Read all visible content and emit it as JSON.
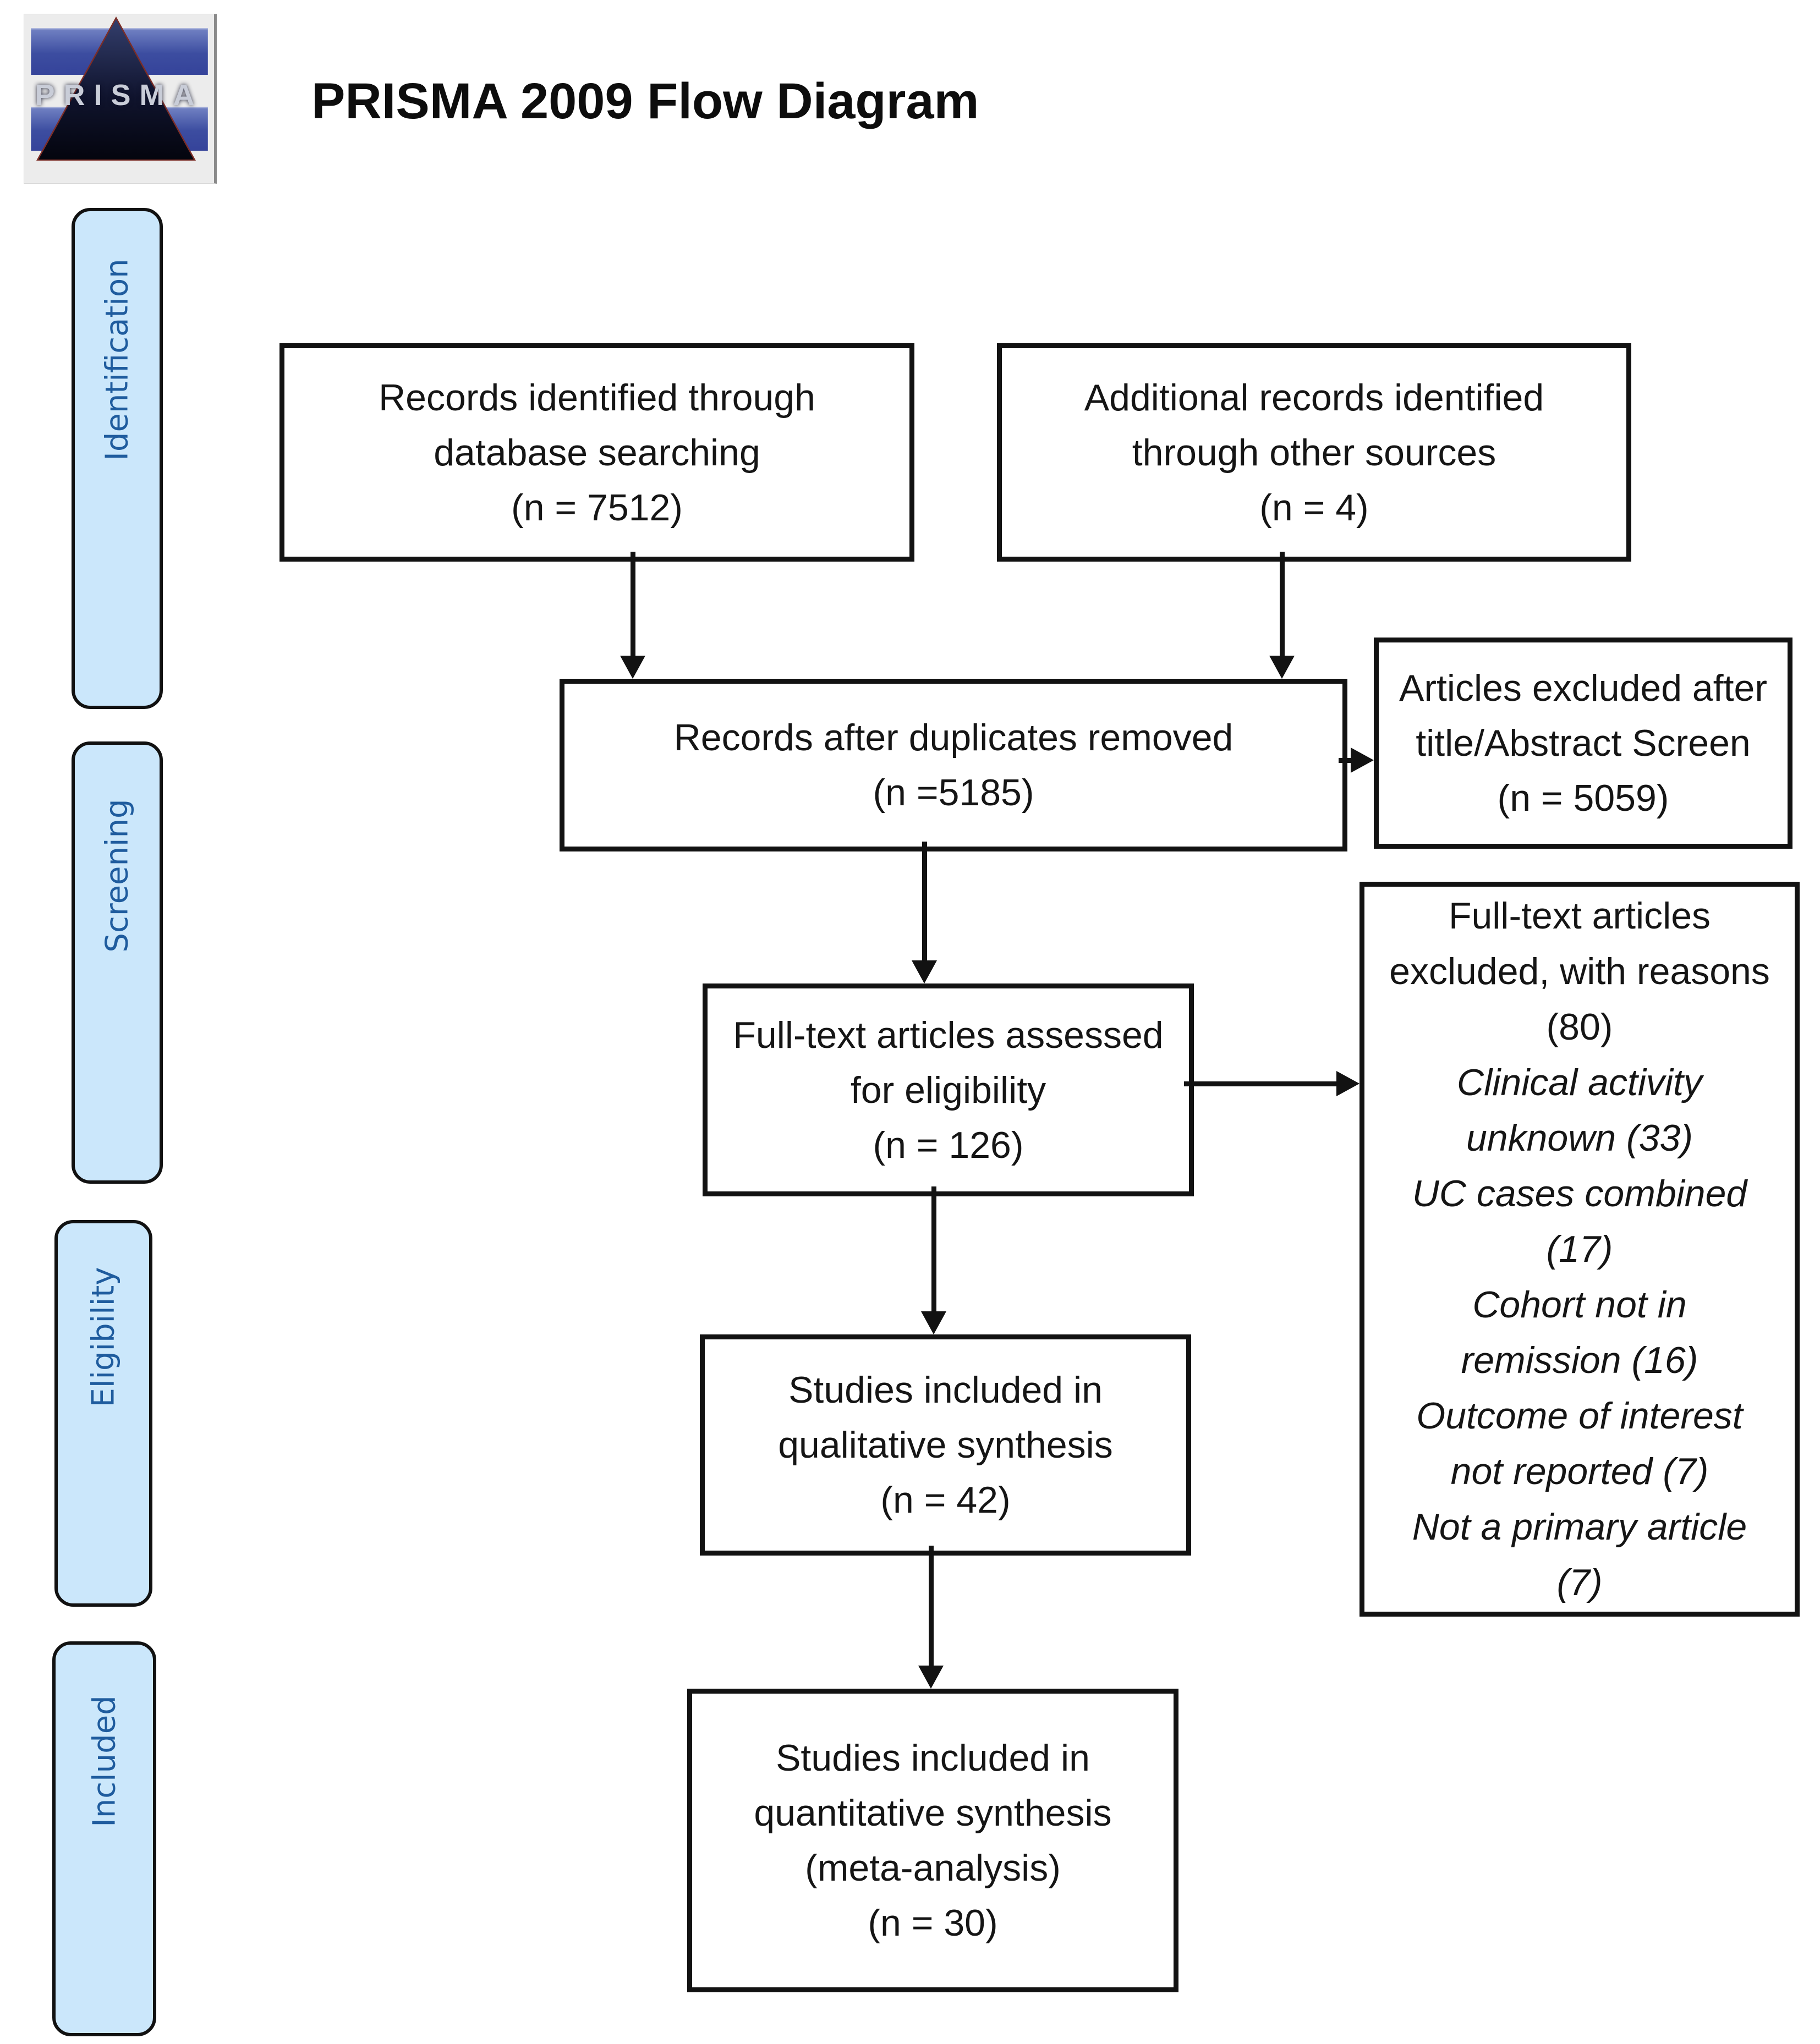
{
  "header": {
    "title": "PRISMA 2009 Flow Diagram",
    "logo": {
      "word": "PRISMA"
    }
  },
  "stages": [
    {
      "label": "Identification"
    },
    {
      "label": "Screening"
    },
    {
      "label": "Eligibility"
    },
    {
      "label": "Included"
    }
  ],
  "nodes": {
    "records_identified": {
      "text": "Records identified through\ndatabase searching\n(n = 7512)"
    },
    "additional_records": {
      "text": "Additional records identified\nthrough other sources\n(n = 4)"
    },
    "after_duplicates": {
      "text": "Records after duplicates removed\n(n =5185)"
    },
    "title_abstract_excluded": {
      "text": "Articles excluded after\ntitle/Abstract Screen\n(n = 5059)"
    },
    "fulltext_assessed": {
      "text": "Full-text articles assessed\nfor eligibility\n(n = 126)"
    },
    "fulltext_excluded": {
      "header": "Full-text articles\nexcluded, with reasons\n(80)",
      "reasons": "Clinical activity\nunknown (33)\nUC cases combined\n(17)\nCohort not in\nremission (16)\nOutcome of interest\nnot reported (7)\nNot a primary article\n(7)"
    },
    "qualitative_included": {
      "text": "Studies included in\nqualitative synthesis\n(n = 42)"
    },
    "quantitative_included": {
      "text": "Studies included in\nquantitative synthesis\n(meta-analysis)\n(n = 30)"
    }
  },
  "edges": [
    {
      "from": "records_identified",
      "to": "after_duplicates"
    },
    {
      "from": "additional_records",
      "to": "after_duplicates"
    },
    {
      "from": "after_duplicates",
      "to": "title_abstract_excluded"
    },
    {
      "from": "after_duplicates",
      "to": "fulltext_assessed"
    },
    {
      "from": "fulltext_assessed",
      "to": "fulltext_excluded"
    },
    {
      "from": "fulltext_assessed",
      "to": "qualitative_included"
    },
    {
      "from": "qualitative_included",
      "to": "quantitative_included"
    }
  ],
  "colors": {
    "stage_fill": "#cbe7fb",
    "stage_text": "#1f5c9e",
    "box_border": "#121212",
    "logo_bar_blue": "#3c4da0",
    "logo_triangle_navy": "#10142e",
    "logo_triangle_edge": "#7d2d26"
  }
}
